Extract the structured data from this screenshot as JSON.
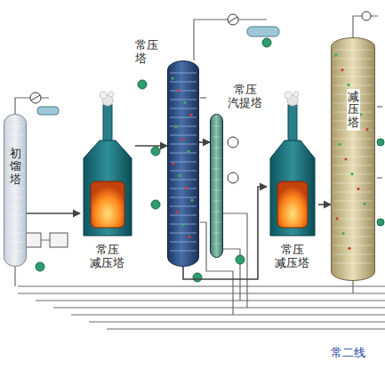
{
  "diagram": {
    "nodes": [
      {
        "text": [
          "初馏塔"
        ]
      },
      {
        "text": [
          "常压 减压塔"
        ]
      },
      {
        "text": [
          "常压塔"
        ]
      },
      {
        "text": [
          "常压 汽提塔"
        ]
      },
      {
        "text": [
          "常压 减压塔"
        ]
      },
      {
        "text": [
          "减压塔"
        ]
      }
    ],
    "edges": [
      {
        "from": 0,
        "to": 1,
        "arrow": "to"
      },
      {
        "from": 1,
        "to": 2,
        "arrow": "to"
      },
      {
        "from": 2,
        "to": 3,
        "arrow": "to"
      },
      {
        "from": 2,
        "to": 4,
        "arrow": "to"
      },
      {
        "from": 4,
        "to": 5,
        "arrow": "to"
      }
    ],
    "labels": [
      "常二线"
    ]
  }
}
